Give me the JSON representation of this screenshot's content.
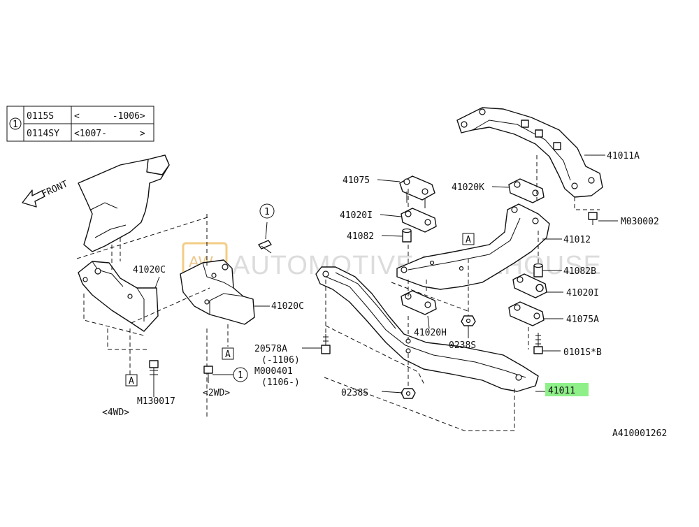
{
  "watermark": {
    "logo_text": "AW",
    "text": "AUTOMOTIVE WAREHOUSE"
  },
  "legend": {
    "symbol": "1",
    "rows": [
      {
        "part": "0115S",
        "range": "<      -1006>"
      },
      {
        "part": "0114SY",
        "range": "<1007-      >"
      }
    ]
  },
  "front_label": "FRONT",
  "callouts": {
    "p41011A": "41011A",
    "p41075": "41075",
    "p41020K": "41020K",
    "pM030002": "M030002",
    "p41020I_top": "41020I",
    "p41012": "41012",
    "p41082": "41082",
    "p41082B": "41082B",
    "p41020I_right": "41020I",
    "p41075A": "41075A",
    "p41020C_left": "41020C",
    "p41020C_mid": "41020C",
    "p41020H": "41020H",
    "p0238S_mid": "0238S",
    "p0101S": "0101S*B",
    "p20578A": "20578A",
    "p20578A_range": "(-1106)",
    "pM000401": "M000401",
    "pM000401_range": "(1106-)",
    "p0238S_bottom": "0238S",
    "p41011": "41011",
    "pM130017": "M130017",
    "p4wd": "<4WD>",
    "p2wd": "<2WD>",
    "refA": "A",
    "circle1": "1",
    "diagram_id": "A410001262"
  },
  "colors": {
    "highlight": "#8ff08a",
    "watermark": "#d9d9d9",
    "watermark_accent": "#f2c87a"
  }
}
